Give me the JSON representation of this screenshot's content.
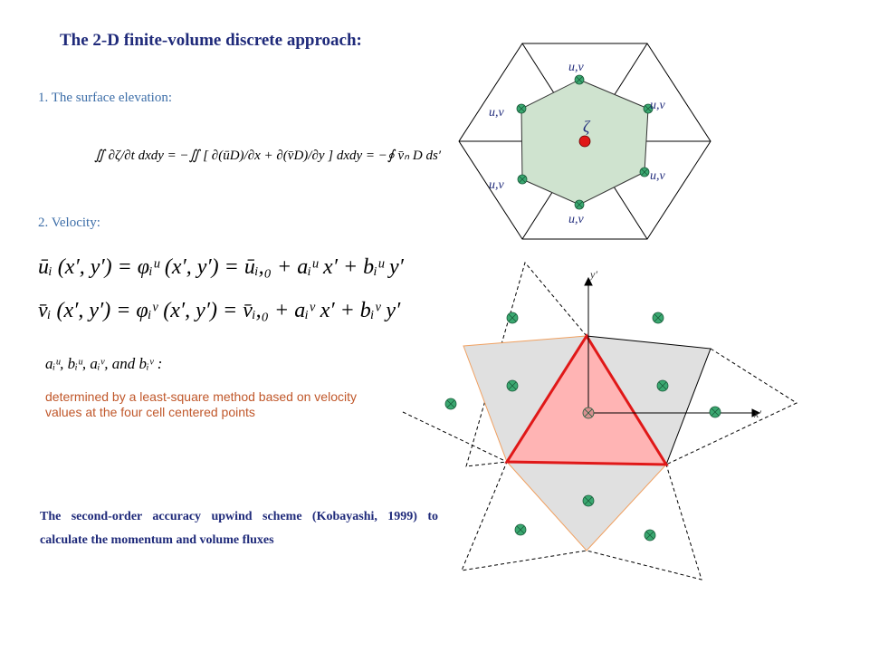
{
  "title": "The 2-D finite-volume discrete approach:",
  "section1": {
    "label": "1. The surface elevation:",
    "equation": "∬ ∂ζ/∂t dxdy = −∬ [ ∂(ūD)/∂x + ∂(v̄D)/∂y ] dxdy = −∮ v̄ₙ D ds′"
  },
  "section2": {
    "label": "2. Velocity:",
    "equation_u": "ūᵢ (x′, y′) = φᵢᵘ (x′, y′) = ūᵢ,₀ + aᵢᵘ x′ + bᵢᵘ y′",
    "equation_v": "v̄ᵢ (x′, y′) = φᵢᵛ (x′, y′) = v̄ᵢ,₀ + aᵢᵛ x′ + bᵢᵛ y′",
    "coefficients": "aᵢᵘ, bᵢᵘ, aᵢᵛ, and bᵢᵛ :",
    "note": "determined by a least-square method based on velocity values at the four cell centered points"
  },
  "scheme_text": "The second-order accuracy upwind scheme (Kobayashi, 1999) to calculate the momentum and volume fluxes",
  "figure_hex": {
    "node_label": "u,v",
    "center_label": "ζ",
    "colors": {
      "poly_fill": "#cfe3cf",
      "node": "#3aa870",
      "center": "#e01818"
    }
  },
  "figure_tri": {
    "x_axis_label": "x′",
    "y_axis_label": "y′",
    "colors": {
      "tri_fill": "#ffb4b4",
      "tri_stroke": "#e01818",
      "cell_fill": "#e0e0e0",
      "edge_orange": "#f0a060",
      "node": "#3aa870"
    }
  }
}
